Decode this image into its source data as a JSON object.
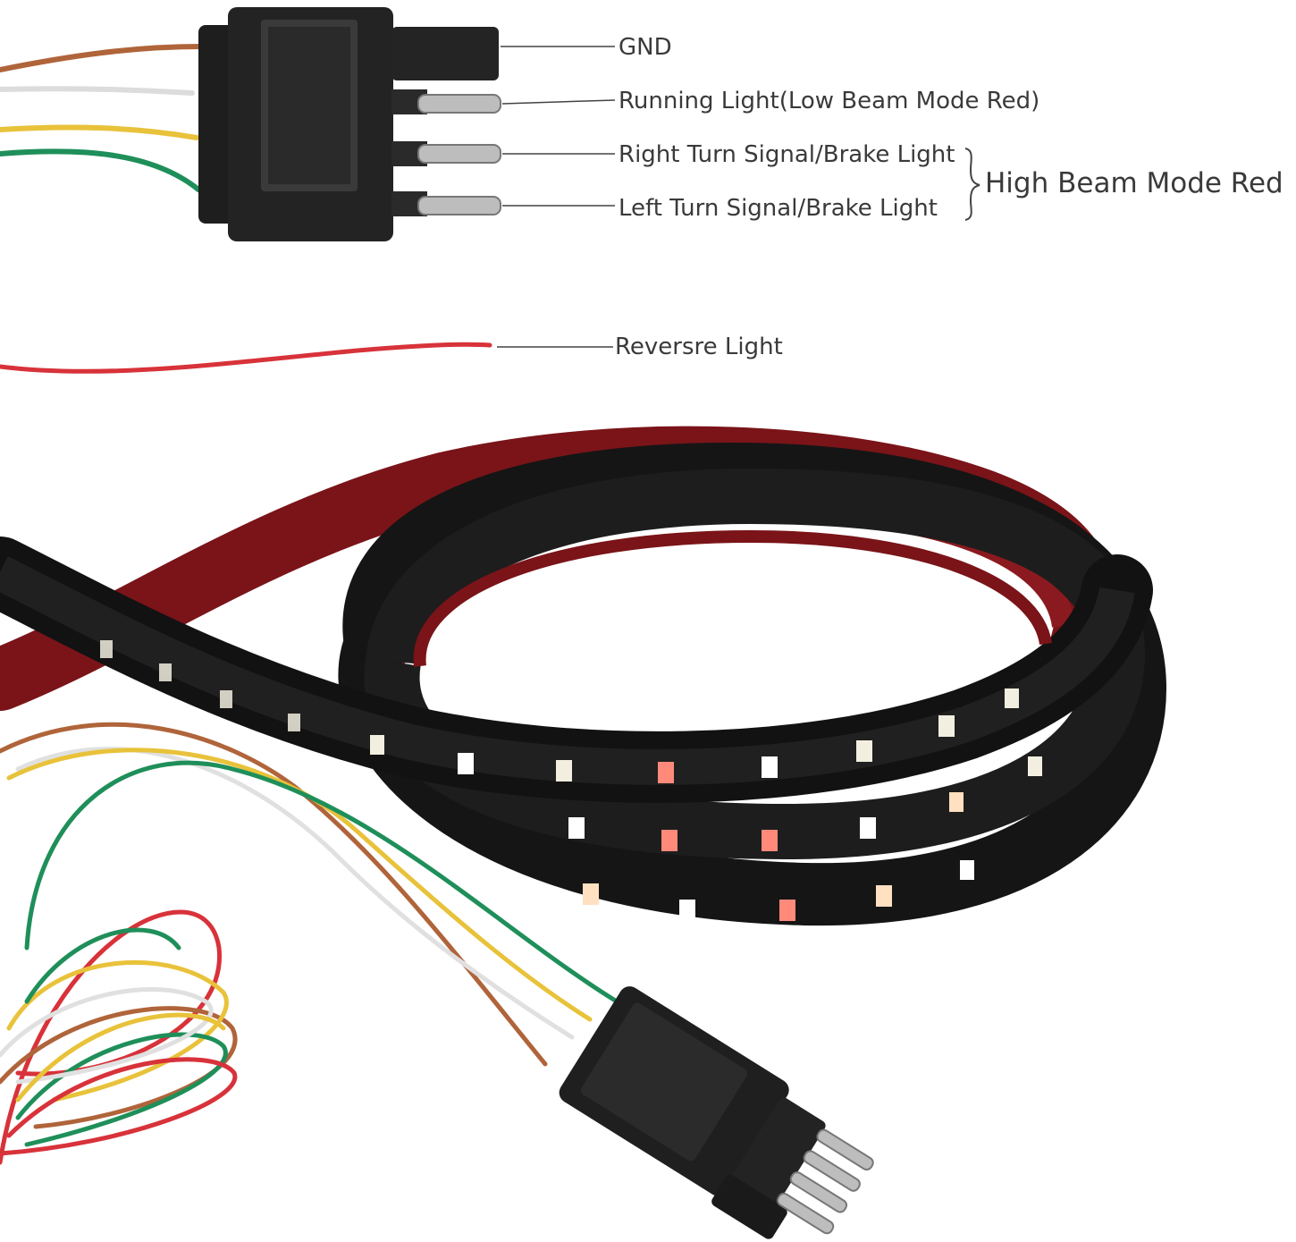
{
  "labels": {
    "gnd": "GND",
    "running_light": "Running Light(Low Beam Mode Red)",
    "right_turn": "Right Turn Signal/Brake Light",
    "left_turn": "Left Turn Signal/Brake Light",
    "high_beam_group": "High Beam Mode Red",
    "reverse_light": "Reversre Light"
  },
  "wire_colors": {
    "brown": "#b0643a",
    "white": "#e6e6e6",
    "yellow": "#e8c23a",
    "green": "#1f8f5a",
    "red": "#d8323a"
  },
  "strip_colors": {
    "casing": "#141414",
    "backing": "#7a1418",
    "led_white": "#f2efe0",
    "led_red": "#ff5a5a"
  },
  "icons": {
    "connector_top": "4-pin-flat-connector-icon",
    "connector_bottom": "4-pin-flat-connector-icon",
    "led_strip": "coiled-led-strip-icon"
  }
}
